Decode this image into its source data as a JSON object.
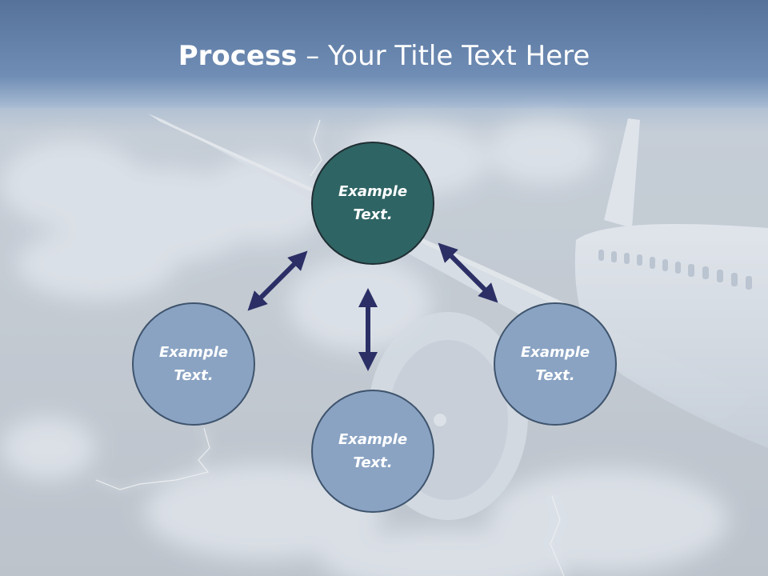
{
  "title": {
    "bold": "Process",
    "rest": " – Your Title Text Here"
  },
  "colors": {
    "center_node": "#2f6464",
    "outer_node": "#8aa3c3",
    "arrow": "#2b2f66"
  },
  "nodes": {
    "top": "Example\nText.",
    "left": "Example\nText.",
    "right": "Example\nText.",
    "bottom": "Example\nText."
  }
}
